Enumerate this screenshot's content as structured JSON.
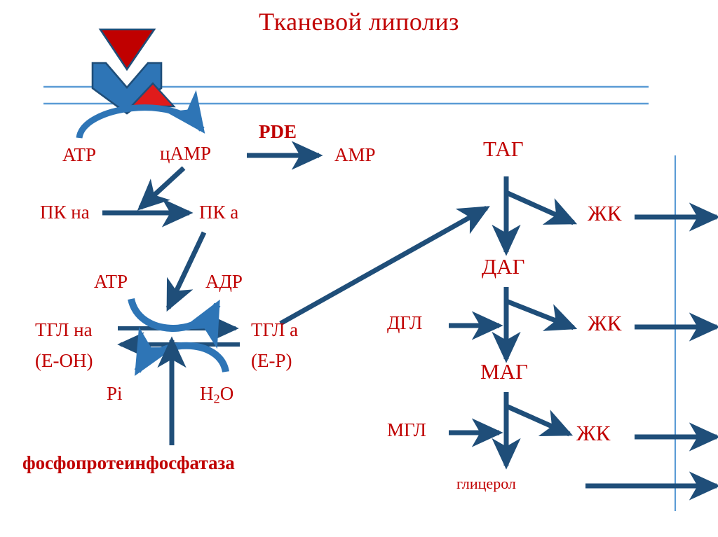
{
  "title": "Тканевой липолиз",
  "colors": {
    "label_red": "#C00000",
    "arrow_navy": "#1F4E79",
    "receptor_blue": "#2E75B6",
    "hormone_red": "#C00000",
    "membrane_blue": "#5B9BD5",
    "background": "#FFFFFF"
  },
  "membrane": {
    "name": "plasma-membrane",
    "line_count": 2
  },
  "receptor": {
    "hormone_label": "",
    "shapes": [
      "hormone-triangle",
      "receptor-chevron",
      "g-protein-triangle"
    ]
  },
  "camp_branch": {
    "atp": "ATP",
    "camp": "цАМР",
    "pde": "PDE",
    "amp": "AMP"
  },
  "kinase": {
    "inactive": "ПК на",
    "active": "ПК а"
  },
  "lipase_activation": {
    "atp": "ATP",
    "adp": "АДР",
    "inactive_line1": "ТГЛ на",
    "inactive_line2": "(E-OH)",
    "active_line1": "ТГЛ a",
    "active_line2": "(E-P)",
    "pi": "Pi",
    "water_main": "H",
    "water_sub": "2",
    "water_tail": "O",
    "phosphatase": "фосфопротеинфосфатаза"
  },
  "cascade": {
    "tag": "ТАГ",
    "dag": "ДАГ",
    "mag": "МАГ",
    "glycerol": "глицерол",
    "dgl": "ДГЛ",
    "mgl": "МГЛ",
    "fa_1": "ЖК",
    "fa_2": "ЖК",
    "fa_3": "ЖК"
  }
}
